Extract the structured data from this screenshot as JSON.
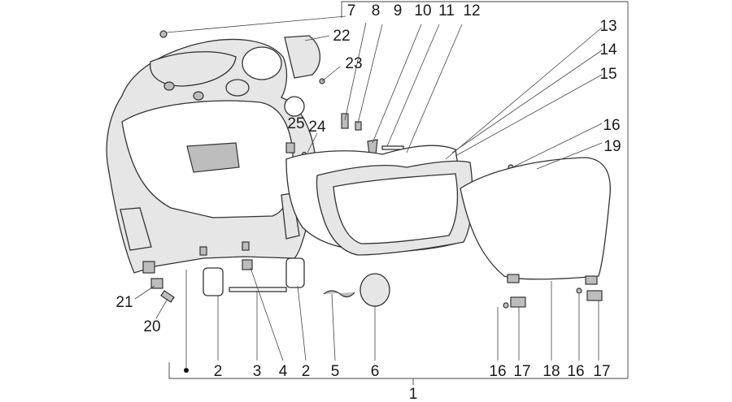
{
  "diagram": {
    "callouts": [
      {
        "id": "c7",
        "text": "7"
      },
      {
        "id": "c8",
        "text": "8"
      },
      {
        "id": "c9",
        "text": "9"
      },
      {
        "id": "c10",
        "text": "10"
      },
      {
        "id": "c11",
        "text": "11"
      },
      {
        "id": "c12",
        "text": "12"
      },
      {
        "id": "c13",
        "text": "13"
      },
      {
        "id": "c14",
        "text": "14"
      },
      {
        "id": "c15",
        "text": "15"
      },
      {
        "id": "c16a",
        "text": "16"
      },
      {
        "id": "c19",
        "text": "19"
      },
      {
        "id": "c22",
        "text": "22"
      },
      {
        "id": "c23",
        "text": "23"
      },
      {
        "id": "c25",
        "text": "25"
      },
      {
        "id": "c24",
        "text": "24"
      },
      {
        "id": "c21",
        "text": "21"
      },
      {
        "id": "c20",
        "text": "20"
      },
      {
        "id": "c2a",
        "text": "2"
      },
      {
        "id": "c3",
        "text": "3"
      },
      {
        "id": "c4",
        "text": "4"
      },
      {
        "id": "c2b",
        "text": "2"
      },
      {
        "id": "c5",
        "text": "5"
      },
      {
        "id": "c6",
        "text": "6"
      },
      {
        "id": "c16b",
        "text": "16"
      },
      {
        "id": "c17a",
        "text": "17"
      },
      {
        "id": "c18",
        "text": "18"
      },
      {
        "id": "c16c",
        "text": "16"
      },
      {
        "id": "c17b",
        "text": "17"
      },
      {
        "id": "c1",
        "text": "1"
      }
    ]
  }
}
